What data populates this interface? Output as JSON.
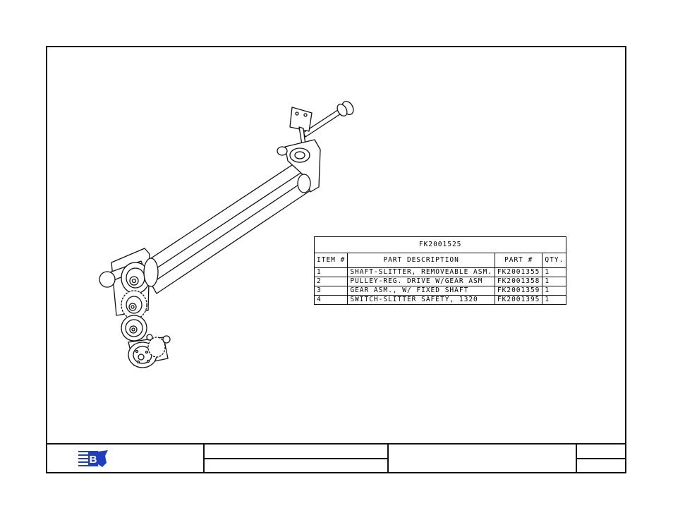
{
  "bom": {
    "assembly": "FK2001525",
    "headers": {
      "item": "ITEM #",
      "description": "PART DESCRIPTION",
      "part": "PART #",
      "qty": "QTY."
    },
    "rows": [
      {
        "item": "1",
        "description": "SHAFT-SLITTER, REMOVEABLE ASM.",
        "part": "FK2001355",
        "qty": "1"
      },
      {
        "item": "2",
        "description": "PULLEY-REG. DRIVE W/GEAR ASM",
        "part": "FK2001358",
        "qty": "1"
      },
      {
        "item": "3",
        "description": "GEAR ASM., W/ FIXED SHAFT",
        "part": "FK2001359",
        "qty": "1"
      },
      {
        "item": "4",
        "description": "SWITCH-SLITTER SAFETY, 1320",
        "part": "FK2001395",
        "qty": "1"
      }
    ]
  },
  "title_block": {
    "logo_letter": "B",
    "logo_colors": {
      "blue": "#1f3fbf",
      "light": "#c8d2f0"
    }
  },
  "icons": {
    "logo": "brand-logo-icon"
  }
}
